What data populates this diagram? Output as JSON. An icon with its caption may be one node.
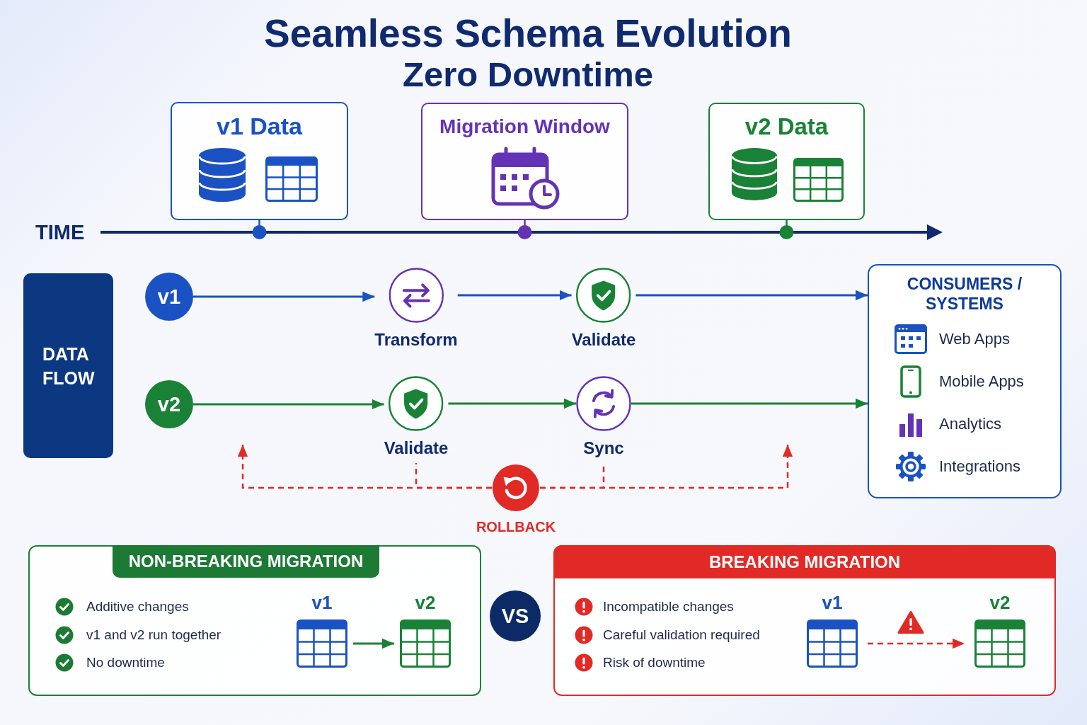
{
  "diagram": {
    "title": "Seamless Schema Evolution",
    "nodes": [
      {
        "text": [
          "v1 Data"
        ]
      },
      {
        "text": [
          "Migration Window"
        ]
      },
      {
        "text": [
          "v2 Data"
        ]
      },
      {
        "text": [
          "DATA FLOW"
        ]
      },
      {
        "text": [
          "v1"
        ]
      },
      {
        "text": [
          "Transform"
        ]
      },
      {
        "text": [
          "Validate"
        ]
      },
      {
        "text": [
          "CONSUMERS / SYSTEMS",
          "Web Apps",
          "Mobile Apps",
          "Analytics",
          "Integrations"
        ]
      },
      {
        "text": [
          "v2"
        ]
      },
      {
        "text": [
          "Validate"
        ]
      },
      {
        "text": [
          "Sync"
        ]
      },
      {
        "text": [
          "ROLLBACK"
        ]
      },
      {
        "text": [
          "NON-BREAKING MIGRATION",
          "Additive changes",
          "v1 and v2 run together",
          "No downtime"
        ]
      },
      {
        "text": [
          "v1"
        ],
        "in": 12
      },
      {
        "text": [
          "v2"
        ],
        "in": 12
      },
      {
        "text": [
          "VS"
        ]
      },
      {
        "text": [
          "BREAKING MIGRATION",
          "Incompatible changes",
          "Careful validation required",
          "Risk of downtime"
        ]
      },
      {
        "text": [
          "v1"
        ],
        "in": 16
      },
      {
        "text": [
          "v2"
        ],
        "in": 16
      }
    ],
    "edges": [
      {
        "from": 4,
        "to": 5,
        "arrow": "to",
        "color": "#1a52c4"
      },
      {
        "from": 5,
        "to": 6,
        "arrow": "to",
        "color": "#1a52c4"
      },
      {
        "from": 6,
        "to": 7,
        "arrow": "to",
        "color": "#1a52c4"
      },
      {
        "from": 8,
        "to": 9,
        "arrow": "to",
        "color": "#1a8236"
      },
      {
        "from": 9,
        "to": 10,
        "arrow": "to",
        "color": "#1a8236"
      },
      {
        "from": 10,
        "to": 7,
        "arrow": "to",
        "color": "#1a8236"
      },
      {
        "from": 11,
        "to": null,
        "arrow": "to",
        "style": "dashed",
        "color": "#e12a26"
      },
      {
        "from": 11,
        "to": 9,
        "arrow": "none",
        "style": "dashed",
        "color": "#e12a26"
      },
      {
        "from": 11,
        "to": 10,
        "arrow": "none",
        "style": "dashed",
        "color": "#e12a26"
      },
      {
        "from": 11,
        "to": null,
        "arrow": "to",
        "style": "dashed",
        "color": "#e12a26"
      },
      {
        "from": 13,
        "to": 14,
        "arrow": "to",
        "color": "#1a8236"
      },
      {
        "from": 17,
        "to": 18,
        "arrow": "to",
        "style": "dashed",
        "color": "#e12a26"
      }
    ],
    "labels": [
      "Zero Downtime",
      "TIME"
    ]
  }
}
